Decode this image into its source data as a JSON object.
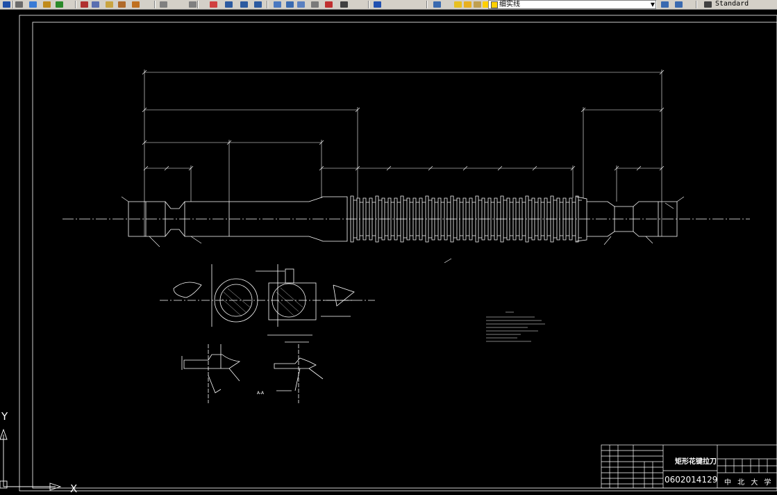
{
  "toolbar": {
    "buttons": [
      {
        "name": "save-icon",
        "color": "#1f4fa8"
      },
      {
        "name": "print-icon",
        "color": "#6b6b6b"
      },
      {
        "name": "plot-preview-icon",
        "color": "#3a7bd5"
      },
      {
        "name": "publish-icon",
        "color": "#c08a1a"
      },
      {
        "name": "globe-icon",
        "color": "#2a8a2a"
      },
      {
        "name": "cut-icon",
        "color": "#b03030"
      },
      {
        "name": "copy-icon",
        "color": "#5a6fb0"
      },
      {
        "name": "paste-icon",
        "color": "#c9a440"
      },
      {
        "name": "match-properties-icon",
        "color": "#b06a2a"
      },
      {
        "name": "block-editor-icon",
        "color": "#c07020"
      },
      {
        "name": "undo-icon",
        "color": "#808080"
      },
      {
        "name": "redo-icon",
        "color": "#808080"
      },
      {
        "name": "pan-icon",
        "color": "#d04040"
      },
      {
        "name": "zoom-realtime-icon",
        "color": "#2c5aa0"
      },
      {
        "name": "zoom-window-icon",
        "color": "#2c5aa0"
      },
      {
        "name": "zoom-previous-icon",
        "color": "#2c5aa0"
      },
      {
        "name": "properties-icon",
        "color": "#4a78c0"
      },
      {
        "name": "design-center-icon",
        "color": "#3a6ab0"
      },
      {
        "name": "tool-palettes-icon",
        "color": "#5a80c0"
      },
      {
        "name": "sheet-set-icon",
        "color": "#7a7a7a"
      },
      {
        "name": "markup-icon",
        "color": "#c03030"
      },
      {
        "name": "quickcalc-icon",
        "color": "#404040"
      },
      {
        "name": "help-icon",
        "color": "#2050b0"
      },
      {
        "name": "layer-manager-icon",
        "color": "#3a6ab0"
      },
      {
        "name": "layer-bulb-icon",
        "color": "#e8c020"
      },
      {
        "name": "layer-sun-icon",
        "color": "#e8b020"
      },
      {
        "name": "layer-lock-icon",
        "color": "#c0a050"
      },
      {
        "name": "layer-color-icon",
        "color": "#ffd000"
      },
      {
        "name": "layer-previous-icon",
        "color": "#3a6ab0"
      },
      {
        "name": "layer-state-icon",
        "color": "#3a6ab0"
      },
      {
        "name": "text-style-icon",
        "color": "#404040"
      }
    ],
    "layer": {
      "current": "细实线",
      "swatch_color": "#ffd000"
    },
    "text_style": "Standard"
  },
  "drawing": {
    "title_block": {
      "part_name": "矩形花键拉刀",
      "drawing_number": "0602014129",
      "school": "中 北 大 学"
    },
    "section_mark": "A-A",
    "ucs": {
      "y_label": "Y",
      "x_label": "X"
    }
  },
  "colors": {
    "background": "#000000",
    "line": "#ffffff",
    "toolbar": "#d4d0c8"
  }
}
